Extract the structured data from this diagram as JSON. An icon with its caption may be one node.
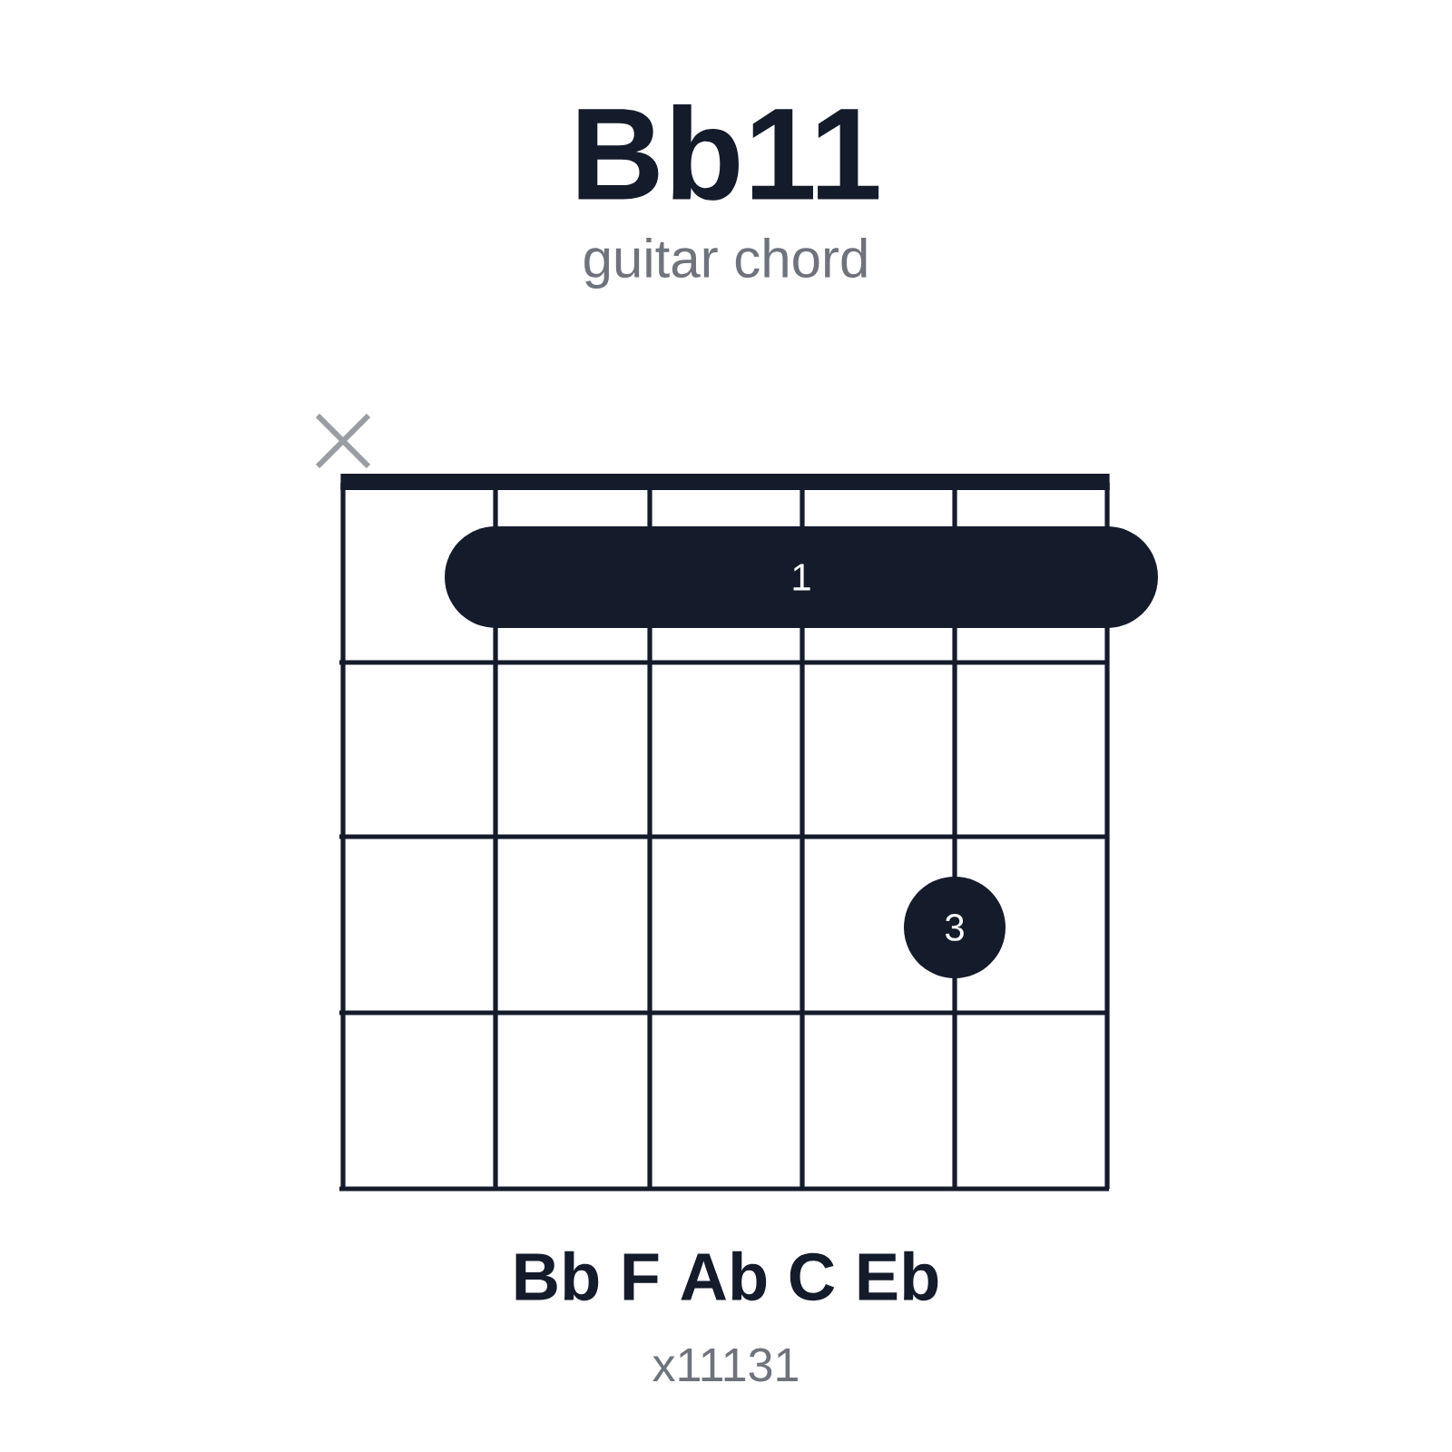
{
  "diagram": {
    "title": "Bb11",
    "nodes": [
      {
        "text": [
          "1"
        ]
      },
      {
        "text": [
          "3"
        ]
      }
    ],
    "edges": [],
    "labels": [
      "guitar chord",
      "Bb F Ab C Eb",
      "x11131"
    ]
  }
}
